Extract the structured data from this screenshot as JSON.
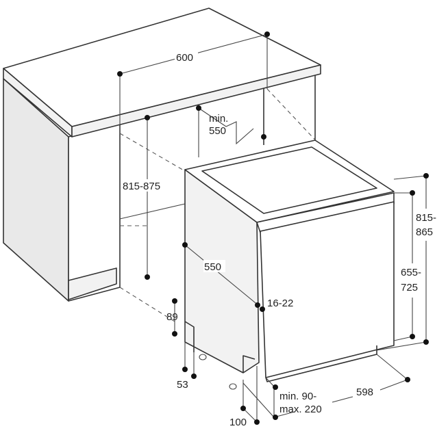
{
  "diagram": {
    "dimensions": {
      "countertop_width": "600",
      "cabinet_height": "815-875",
      "min_depth_line1": "min.",
      "min_depth_line2": "550",
      "appliance_depth": "550",
      "door_thickness": "16-22",
      "rear_height": "89",
      "rear_offset": "53",
      "front_offset": "100",
      "plinth_line1": "min. 90-",
      "plinth_line2": "max. 220",
      "appliance_width": "598",
      "door_height_line1": "655-",
      "door_height_line2": "725",
      "total_height_line1": "815-",
      "total_height_line2": "865"
    }
  }
}
